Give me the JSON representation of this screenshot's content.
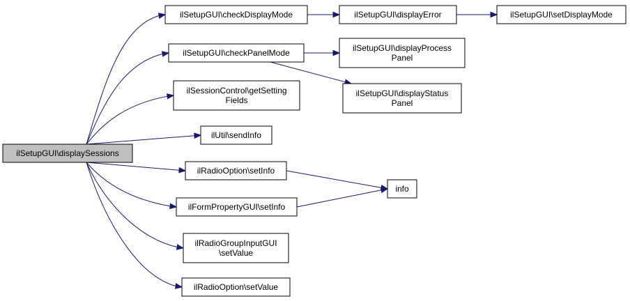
{
  "colors": {
    "edge": "#191970",
    "root_fill": "#bfbfbf",
    "node_fill": "#ffffff",
    "border": "#000000"
  },
  "nodes": [
    {
      "id": "root",
      "lines": [
        "ilSetupGUI\\displaySessions"
      ],
      "root": true
    },
    {
      "id": "checkDisplay",
      "lines": [
        "ilSetupGUI\\checkDisplayMode"
      ]
    },
    {
      "id": "displayError",
      "lines": [
        "ilSetupGUI\\displayError"
      ]
    },
    {
      "id": "setDisplay",
      "lines": [
        "ilSetupGUI\\setDisplayMode"
      ]
    },
    {
      "id": "checkPanel",
      "lines": [
        "ilSetupGUI\\checkPanelMode"
      ]
    },
    {
      "id": "processPanel",
      "lines": [
        "ilSetupGUI\\displayProcess",
        "Panel"
      ]
    },
    {
      "id": "statusPanel",
      "lines": [
        "ilSetupGUI\\displayStatus",
        "Panel"
      ]
    },
    {
      "id": "getSetting",
      "lines": [
        "ilSessionControl\\getSetting",
        "Fields"
      ]
    },
    {
      "id": "sendInfo",
      "lines": [
        "ilUtil\\sendInfo"
      ]
    },
    {
      "id": "radioSetInfo",
      "lines": [
        "ilRadioOption\\setInfo"
      ]
    },
    {
      "id": "info",
      "lines": [
        "info"
      ]
    },
    {
      "id": "formSetInfo",
      "lines": [
        "ilFormPropertyGUI\\setInfo"
      ]
    },
    {
      "id": "radioGroupSet",
      "lines": [
        "ilRadioGroupInputGUI",
        "\\setValue"
      ]
    },
    {
      "id": "radioSetValue",
      "lines": [
        "ilRadioOption\\setValue"
      ]
    }
  ],
  "edges": [
    [
      "root",
      "checkDisplay"
    ],
    [
      "root",
      "checkPanel"
    ],
    [
      "root",
      "getSetting"
    ],
    [
      "root",
      "sendInfo"
    ],
    [
      "root",
      "radioSetInfo"
    ],
    [
      "root",
      "formSetInfo"
    ],
    [
      "root",
      "radioGroupSet"
    ],
    [
      "root",
      "radioSetValue"
    ],
    [
      "checkDisplay",
      "displayError"
    ],
    [
      "displayError",
      "setDisplay"
    ],
    [
      "checkPanel",
      "processPanel"
    ],
    [
      "checkPanel",
      "statusPanel"
    ],
    [
      "radioSetInfo",
      "info"
    ],
    [
      "formSetInfo",
      "info"
    ]
  ]
}
